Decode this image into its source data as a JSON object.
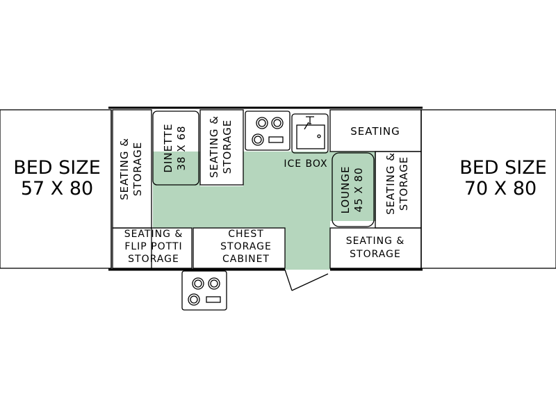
{
  "floor_color": "#b5d6bd",
  "line_color": "#000000",
  "labels": {
    "bed_left_title": "BED SIZE",
    "bed_left_size": "57 X 80",
    "bed_right_title": "BED SIZE",
    "bed_right_size": "70 X 80",
    "seating_storage_left_1": "SEATING &",
    "seating_storage_left_2": "STORAGE",
    "dinette_1": "DINETTE",
    "dinette_2": "38 X 68",
    "seating_storage_mid_1": "SEATING &",
    "seating_storage_mid_2": "STORAGE",
    "seating_potti_1": "SEATING &",
    "seating_potti_2": "FLIP POTTI",
    "seating_potti_3": "STORAGE",
    "chest_1": "CHEST",
    "chest_2": "STORAGE",
    "chest_3": "CABINET",
    "ice_box": "ICE BOX",
    "seating": "SEATING",
    "lounge_1": "LOUNGE",
    "lounge_2": "45 X 80",
    "seating_storage_right_1": "SEATING &",
    "seating_storage_right_2": "STORAGE",
    "seating_storage_br_1": "SEATING &",
    "seating_storage_br_2": "STORAGE"
  },
  "icons": [
    "stove-top-icon",
    "sink-icon",
    "faucet-icon",
    "outdoor-stove-icon",
    "door-icon"
  ]
}
